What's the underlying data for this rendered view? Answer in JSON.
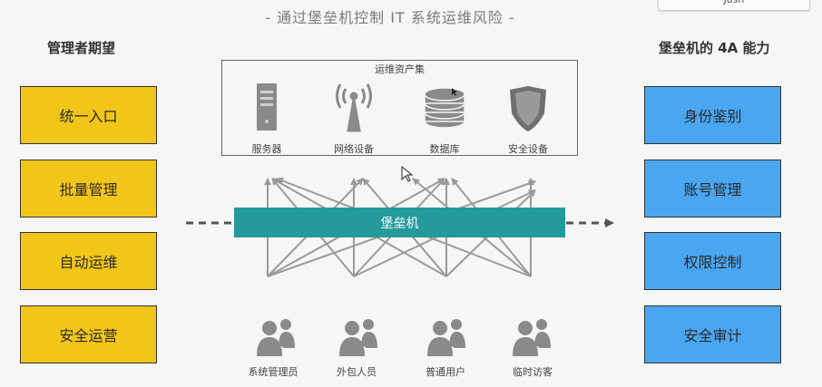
{
  "page_title": "- 通过堡垒机控制 IT 系统运维风险 -",
  "top_button_label": "Josh",
  "left_heading": "管理者期望",
  "right_heading": "堡垒机的 4A 能力",
  "expectations": [
    "统一入口",
    "批量管理",
    "自动运维",
    "安全运营"
  ],
  "capabilities": [
    "身份鉴别",
    "账号管理",
    "权限控制",
    "安全审计"
  ],
  "asset_group_title": "运维资产集",
  "assets": [
    {
      "label": "服务器",
      "icon": "server-icon"
    },
    {
      "label": "网络设备",
      "icon": "network-device-icon"
    },
    {
      "label": "数据库",
      "icon": "database-icon"
    },
    {
      "label": "安全设备",
      "icon": "security-device-icon"
    }
  ],
  "bastion_label": "堡垒机",
  "users": [
    {
      "label": "系统管理员",
      "icon": "user-group-icon"
    },
    {
      "label": "外包人员",
      "icon": "user-group-icon"
    },
    {
      "label": "普通用户",
      "icon": "user-group-icon"
    },
    {
      "label": "临时访客",
      "icon": "user-group-icon"
    }
  ],
  "colors": {
    "expectation_fill": "#f2c618",
    "capability_fill": "#4aa6f0",
    "bastion_fill": "#259a9b",
    "arrow": "#999999",
    "icon": "#8a8a8a"
  }
}
